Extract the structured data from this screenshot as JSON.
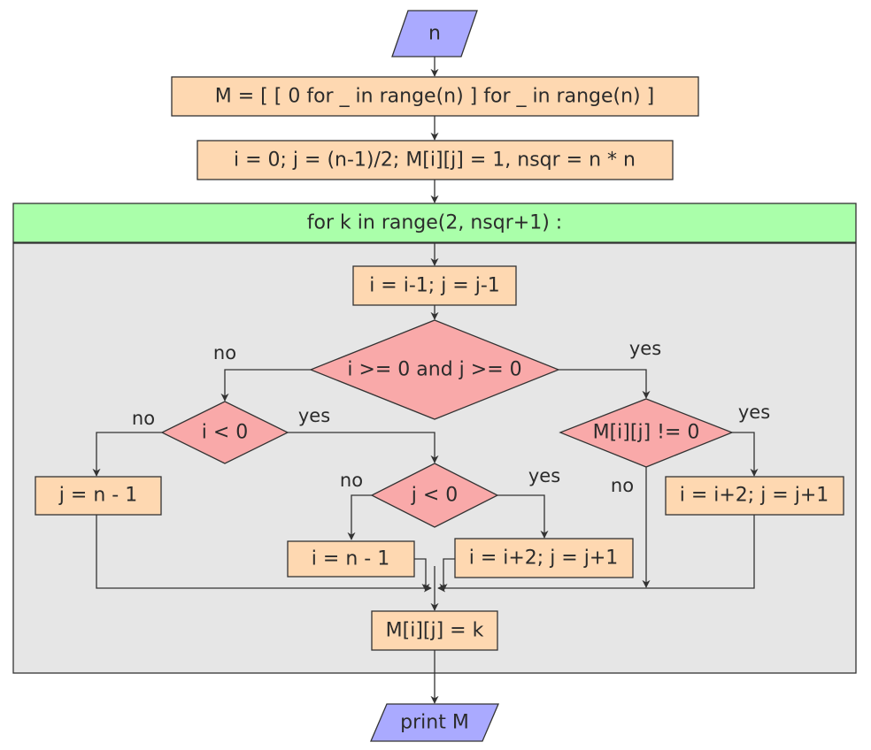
{
  "colors": {
    "process": "#fed8b1",
    "decision": "#f9a9a9",
    "io": "#aaaaff",
    "loop_header": "#aaffaa",
    "loop_body": "#e6e6e6",
    "stroke": "#333333"
  },
  "nodes": {
    "input": "n",
    "init_matrix": "M = [ [ 0 for _ in range(n) ] for _ in range(n) ]",
    "init_vars": "i = 0; j = (n-1)/2; M[i][j] = 1, nsqr = n * n",
    "loop": "for k in range(2, nsqr+1) :",
    "step_diag": "i = i-1; j = j-1",
    "cond_both": "i >= 0 and j >= 0",
    "cond_i_neg": "i < 0",
    "cond_j_neg": "j < 0",
    "cond_occupied": "M[i][j] != 0",
    "set_j": "j = n - 1",
    "set_i": "i = n - 1",
    "move_down_1": "i = i+2; j = j+1",
    "move_down_2": "i = i+2; j = j+1",
    "assign_k": "M[i][j] = k",
    "output": "print M"
  },
  "edge_labels": {
    "both_no": "no",
    "both_yes": "yes",
    "i_neg_no": "no",
    "i_neg_yes": "yes",
    "j_neg_no": "no",
    "j_neg_yes": "yes",
    "occupied_yes": "yes",
    "occupied_no": "no"
  }
}
